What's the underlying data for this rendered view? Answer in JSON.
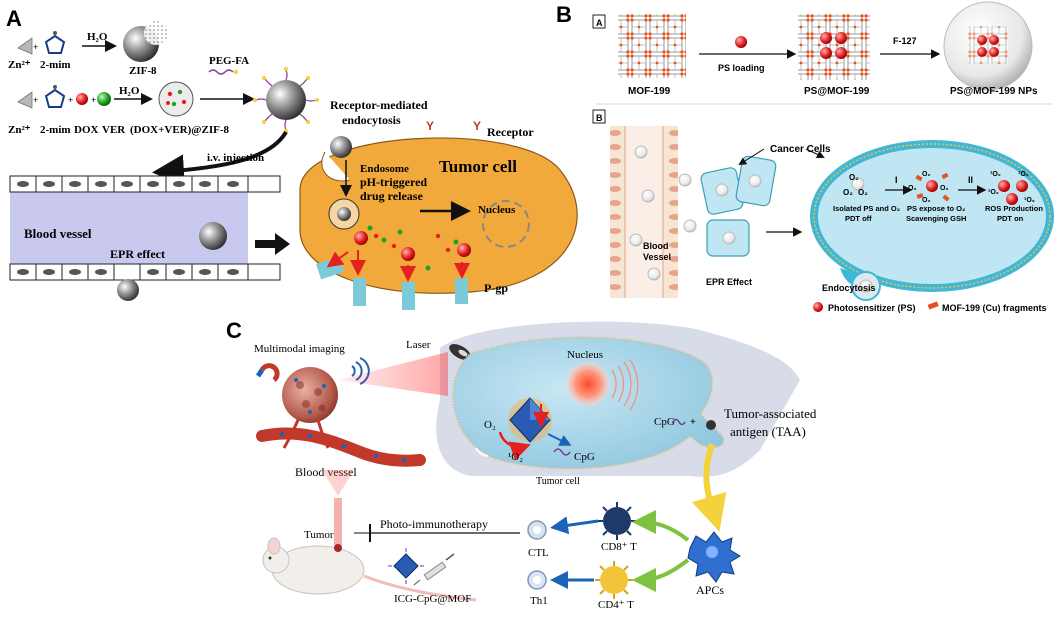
{
  "panelA": {
    "letter": "A",
    "zn": "Zn²⁺",
    "zn2": "Zn²⁺",
    "mim": "2-mim",
    "mim2": "2-mim",
    "water": "H₂O",
    "water2": "H₂O",
    "zif8": "ZIF-8",
    "dox": "DOX",
    "ver": "VER",
    "doxver": "(DOX+VER)@ZIF-8",
    "pegfa": "PEG-FA",
    "rme1": "Receptor-mediated",
    "rme2": "endocytosis",
    "receptor": "Receptor",
    "iv": "i.v. injection",
    "tumorcell": "Tumor cell",
    "endosome": "Endosome",
    "ph1": "pH-triggered",
    "ph2": "drug release",
    "nucleus": "Nucleus",
    "bloodvessel": "Blood vessel",
    "epr": "EPR effect",
    "pgp": "P-gp"
  },
  "panelB": {
    "letter": "B",
    "subA": "A",
    "subB": "B",
    "mof": "MOF-199",
    "psloading": "PS loading",
    "psmof": "PS@MOF-199",
    "f127": "F-127",
    "nps": "PS@MOF-199 NPs",
    "cancercells": "Cancer Cells",
    "blood1": "Blood",
    "blood2": "Vessel",
    "eprb": "EPR Effect",
    "o2": "O₂",
    "step1": "I",
    "step2": "II",
    "iso1": "Isolated PS and O₂",
    "iso2": "PDT off",
    "exp1": "PS expose to O₂",
    "exp2": "Scavenging GSH",
    "ros1": "ROS Production",
    "ros2": "PDT on",
    "singlet": "¹O₂",
    "endocytosis": "Endocytosis",
    "legend_ps": "Photosensitizer (PS)",
    "legend_mof": "MOF-199 (Cu) fragments"
  },
  "panelC": {
    "letter": "C",
    "multimodal": "Multimodal imaging",
    "laser": "Laser",
    "nucleus": "Nucleus",
    "o2": "O₂",
    "singlet": "¹O₂",
    "cpg": "CpG",
    "cpg2": "CpG",
    "taa1": "Tumor-associated",
    "taa2": "antigen (TAA)",
    "bloodvessel": "Blood vessel",
    "tumorcell": "Tumor cell",
    "tumor": "Tumor",
    "photo": "Photo-immunotherapy",
    "ctl": "CTL",
    "cd8": "CD8⁺ T",
    "apcs": "APCs",
    "th1": "Th1",
    "cd4": "CD4⁺ T",
    "icg": "ICG-CpG@MOF"
  },
  "colors": {
    "tumor_cell_fill": "#f2a93b",
    "blood_vessel_fill": "#c9c9ef",
    "panelB_cell_fill": "#bfe6f2",
    "panelB_membrane": "#41b7d8",
    "panelC_cell_fill": "#a9d8ea",
    "mof_orange": "#e3531f",
    "ps_red": "#e52020",
    "arrow_green": "#7fc241",
    "arrow_blue": "#1a64b8"
  }
}
